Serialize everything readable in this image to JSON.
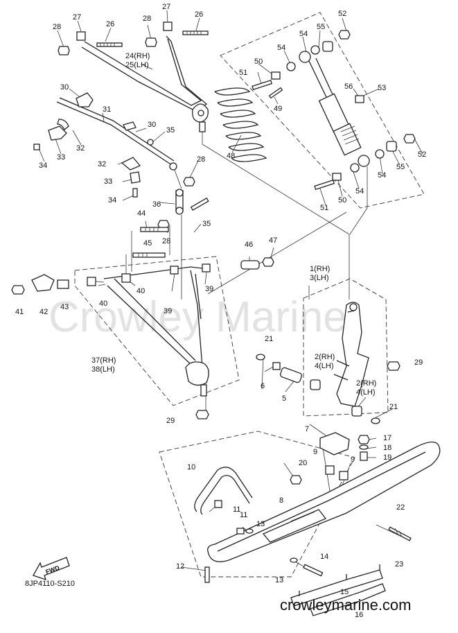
{
  "diagram": {
    "code": "8JP4110-S210",
    "watermark": "Crowley Marine",
    "site": "crowleymarine.com",
    "fwd_label": "FWD",
    "labels": {
      "l1": "1(RH)",
      "l3": "3(LH)",
      "l2a": "2(RH)",
      "l4a": "4(LH)",
      "l2b": "2(RH)",
      "l4b": "4(LH)",
      "l5": "5",
      "l6": "6",
      "l7": "7",
      "l8": "8",
      "l9a": "9",
      "l9b": "9",
      "l10": "10",
      "l11a": "11",
      "l11b": "11",
      "l12": "12",
      "l13a": "13",
      "l13b": "13",
      "l14": "14",
      "l15": "15",
      "l16": "16",
      "l17": "17",
      "l18": "18",
      "l19": "19",
      "l20": "20",
      "l21a": "21",
      "l21b": "21",
      "l22": "22",
      "l23": "23",
      "l24": "24(RH)",
      "l25": "25(LH)",
      "l26a": "26",
      "l26b": "26",
      "l27a": "27",
      "l27b": "27",
      "l28a": "28",
      "l28b": "28",
      "l28c": "28",
      "l28d": "28",
      "l29a": "29",
      "l29b": "29",
      "l30a": "30",
      "l30b": "30",
      "l31": "31",
      "l32a": "32",
      "l32b": "32",
      "l33a": "33",
      "l33b": "33",
      "l34a": "34",
      "l34b": "34",
      "l35a": "35",
      "l35b": "35",
      "l36": "36",
      "l37": "37(RH)",
      "l38": "38(LH)",
      "l39a": "39",
      "l39b": "39",
      "l40a": "40",
      "l40b": "40",
      "l41": "41",
      "l42": "42",
      "l43": "43",
      "l44": "44",
      "l45": "45",
      "l46": "46",
      "l47": "47",
      "l48": "48",
      "l49": "49",
      "l50a": "50",
      "l50b": "50",
      "l51a": "51",
      "l51b": "51",
      "l52a": "52",
      "l52b": "52",
      "l53": "53",
      "l54a": "54",
      "l54b": "54",
      "l54c": "54",
      "l54d": "54",
      "l55a": "55",
      "l55b": "55",
      "l56": "56"
    }
  }
}
